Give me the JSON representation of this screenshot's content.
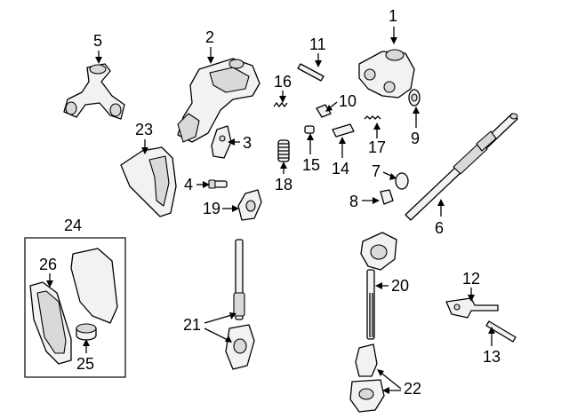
{
  "callouts": [
    "1",
    "2",
    "3",
    "4",
    "5",
    "6",
    "7",
    "8",
    "9",
    "10",
    "11",
    "12",
    "13",
    "14",
    "15",
    "16",
    "17",
    "18",
    "19",
    "20",
    "21",
    "22",
    "23",
    "24",
    "25",
    "26"
  ],
  "colors": {
    "background": "#ffffff",
    "ink": "#000000",
    "part_fill": "#f2f2f2",
    "part_shade": "#d9d9d9"
  }
}
